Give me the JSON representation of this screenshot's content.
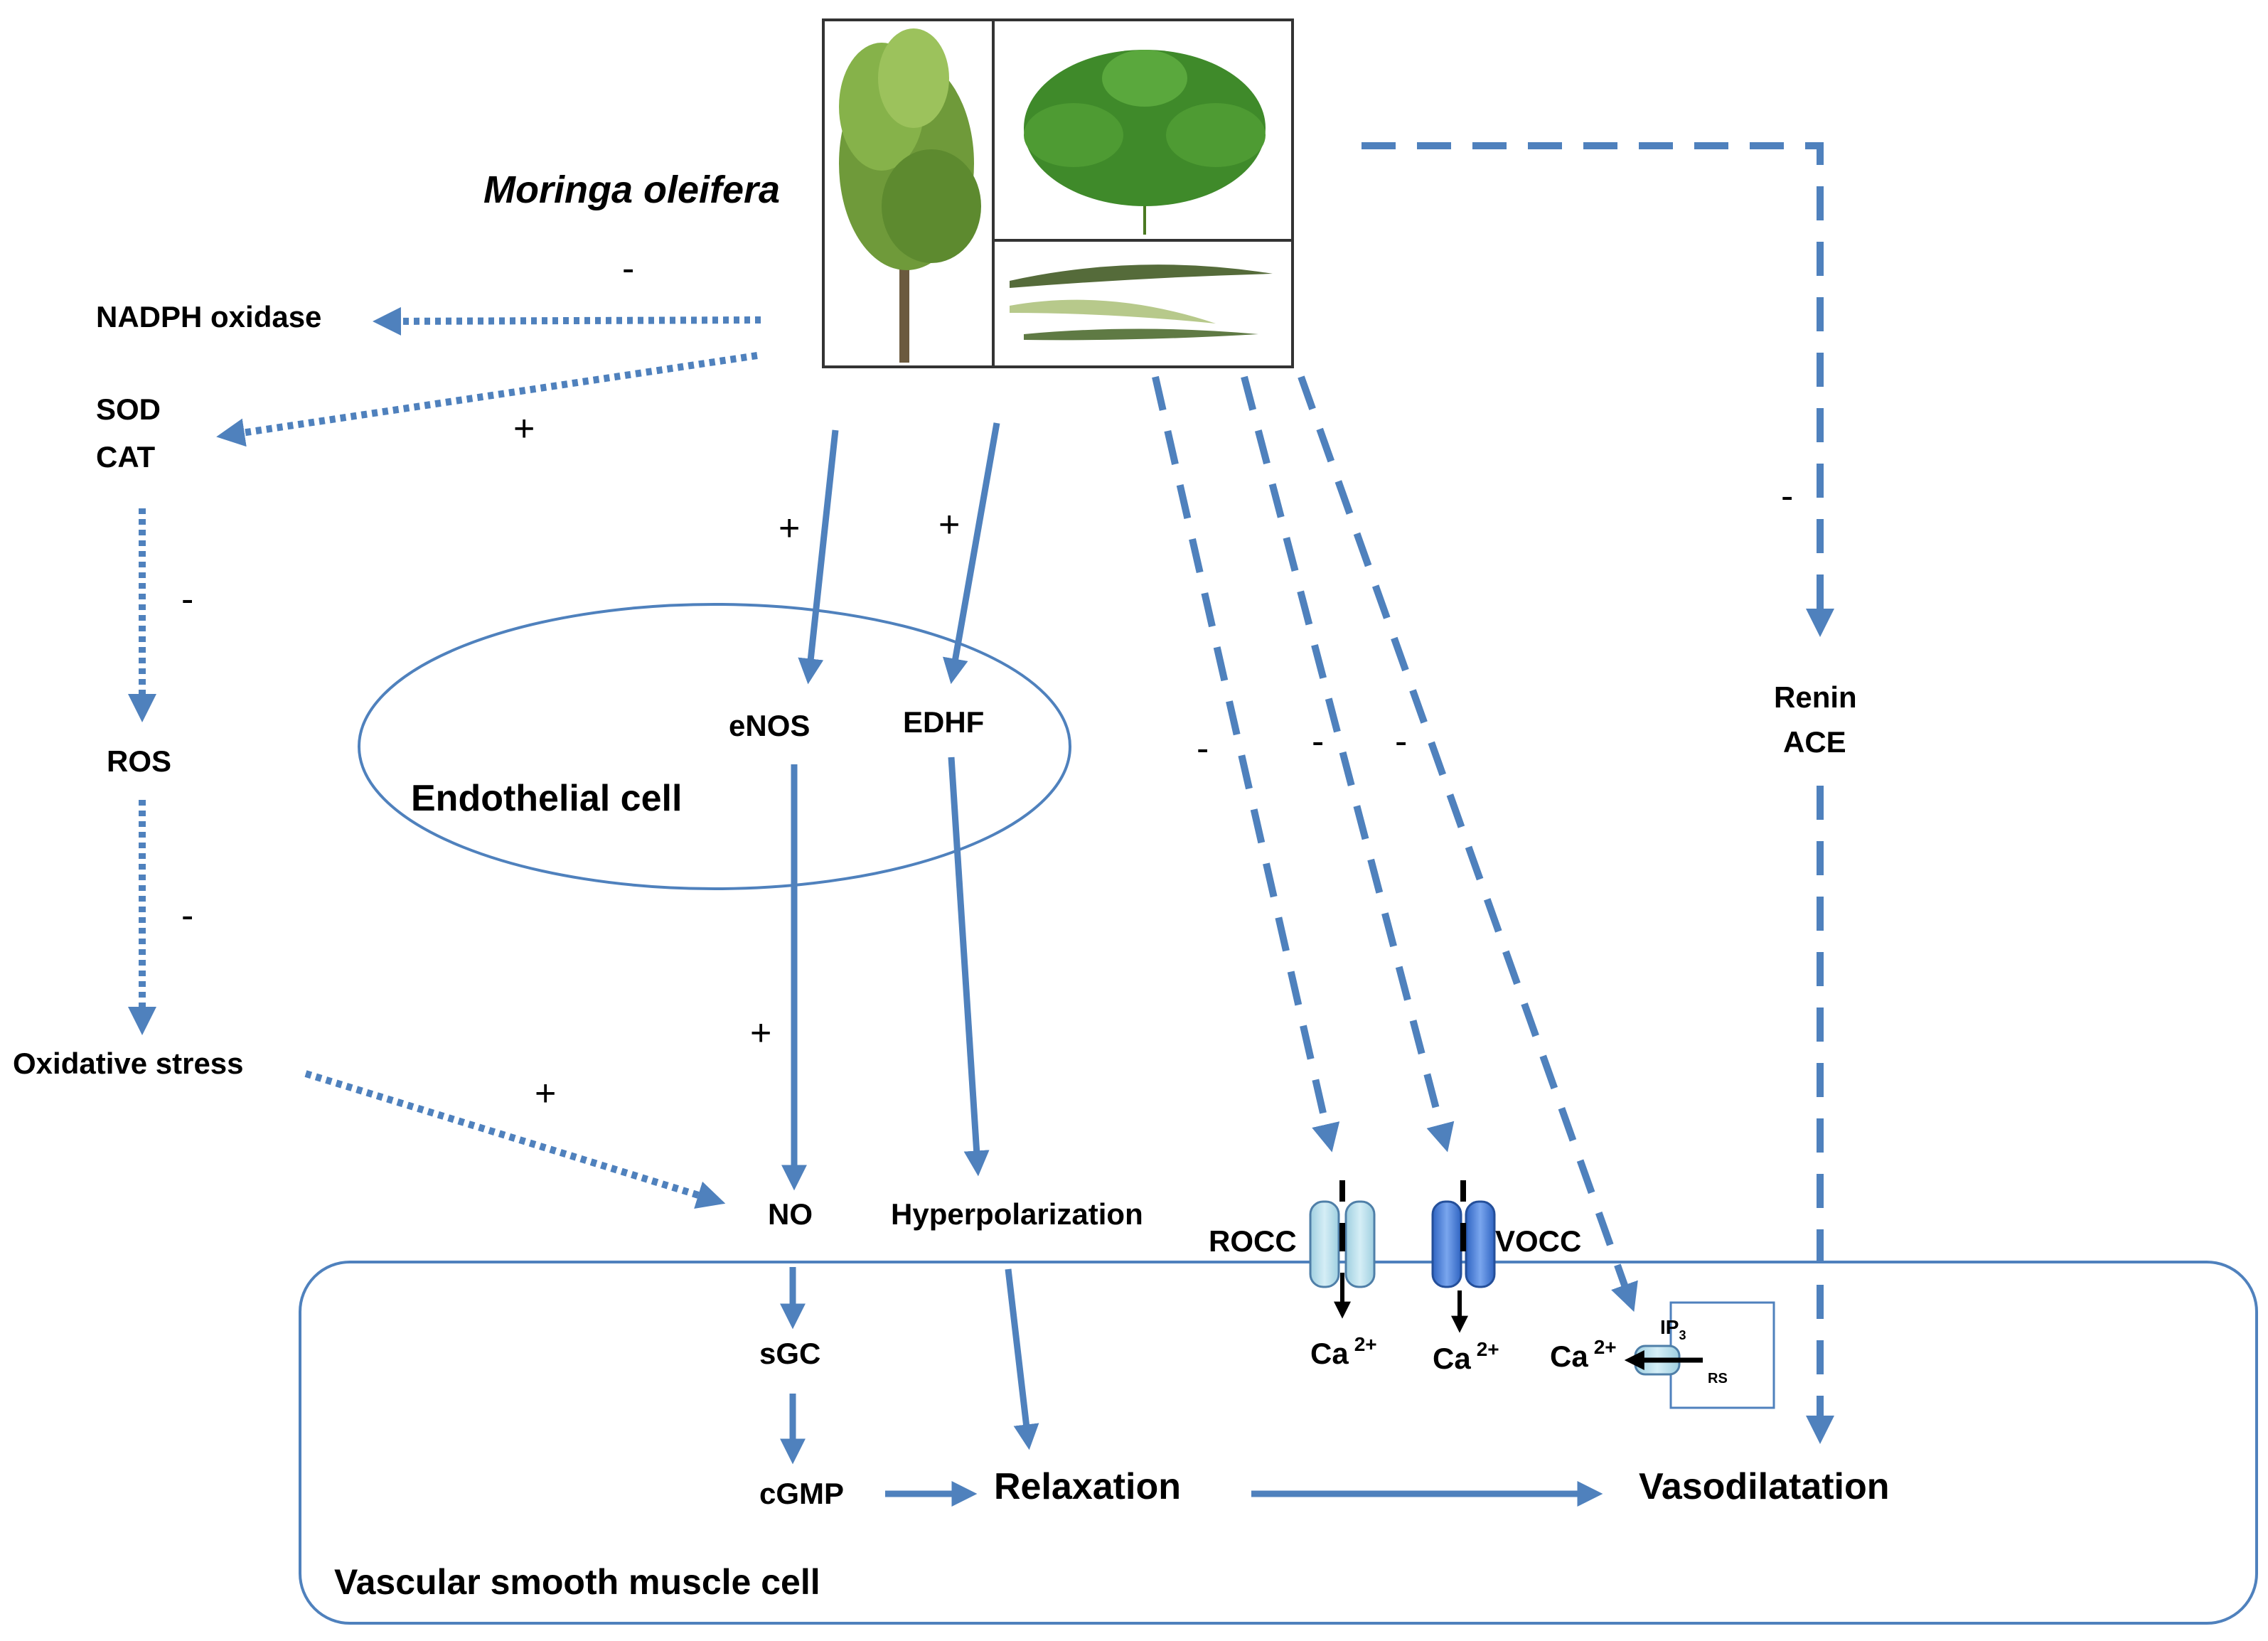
{
  "plant": {
    "name": "Moringa oleifera"
  },
  "regions": {
    "endothelial": "Endothelial cell",
    "smooth_muscle": "Vascular smooth muscle cell"
  },
  "left_path": {
    "nadph": "NADPH oxidase",
    "sod": "SOD",
    "cat": "CAT",
    "ros": "ROS",
    "oxidative_stress": "Oxidative stress"
  },
  "center_path": {
    "enos": "eNOS",
    "edhf": "EDHF",
    "no": "NO",
    "hyperpolarization": "Hyperpolarization",
    "sgc": "sGC",
    "cgmp": "cGMP",
    "relaxation": "Relaxation",
    "vasodilatation": "Vasodilatation"
  },
  "channels": {
    "rocc": "ROCC",
    "vocc": "VOCC",
    "ca_base": "Ca",
    "ca_charge": "2+",
    "ip3_base": "IP",
    "ip3_sub": "3",
    "rs": "RS"
  },
  "raas": {
    "renin": "Renin",
    "ace": "ACE"
  },
  "signs": {
    "inhibit": "-",
    "activate": "+"
  },
  "colors": {
    "arrow": "#4f81bd",
    "membrane": "#4f81bd",
    "channel_light": "#b7dde8",
    "channel_dark": "#4a7fd6"
  }
}
